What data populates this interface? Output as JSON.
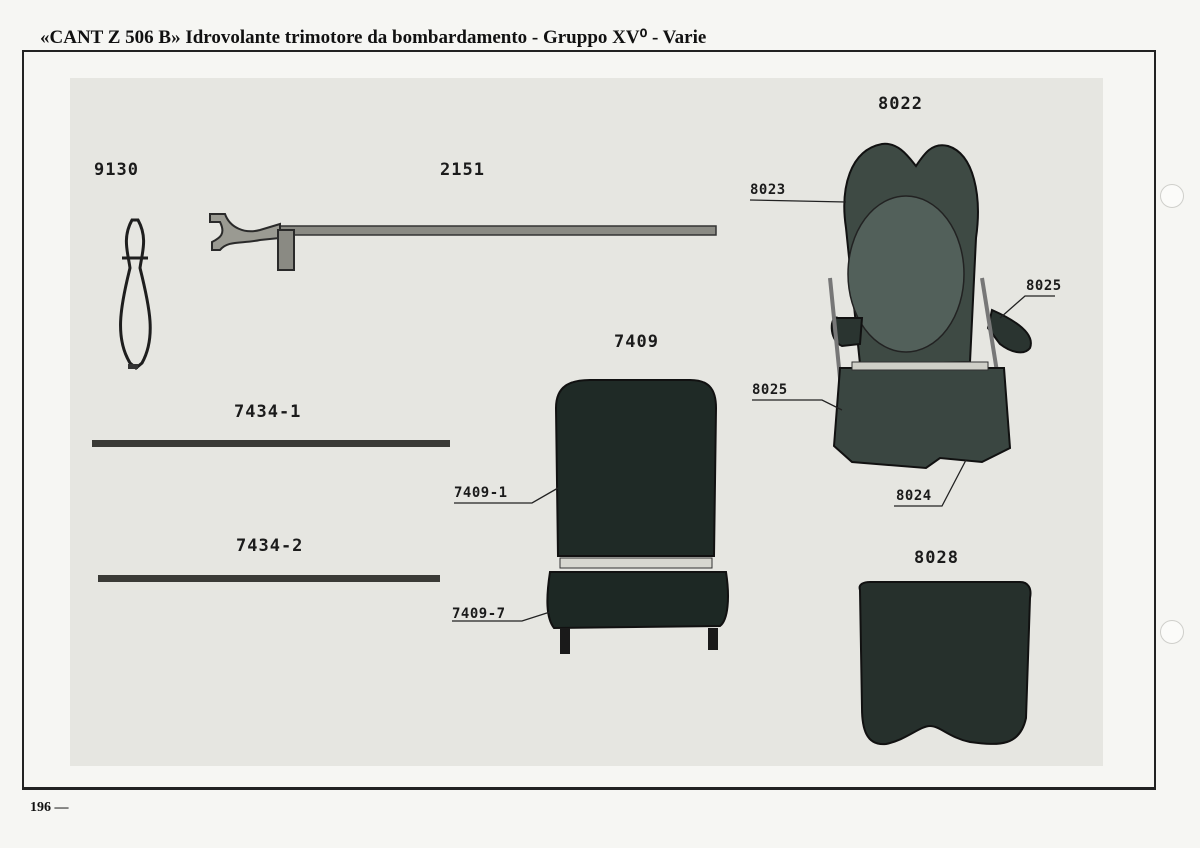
{
  "header": {
    "title": "«CANT Z 506 B» Idrovolante trimotore da bombardamento - Gruppo XV⁰ - Varie"
  },
  "page_number": "196 —",
  "labels": {
    "p9130": "9130",
    "p2151": "2151",
    "p7434_1": "7434-1",
    "p7434_2": "7434-2",
    "p7409": "7409",
    "p7409_1": "7409-1",
    "p7409_7": "7409-7",
    "p8022": "8022",
    "p8023": "8023",
    "p8025a": "8025",
    "p8025b": "8025",
    "p8024": "8024",
    "p8028": "8028"
  }
}
